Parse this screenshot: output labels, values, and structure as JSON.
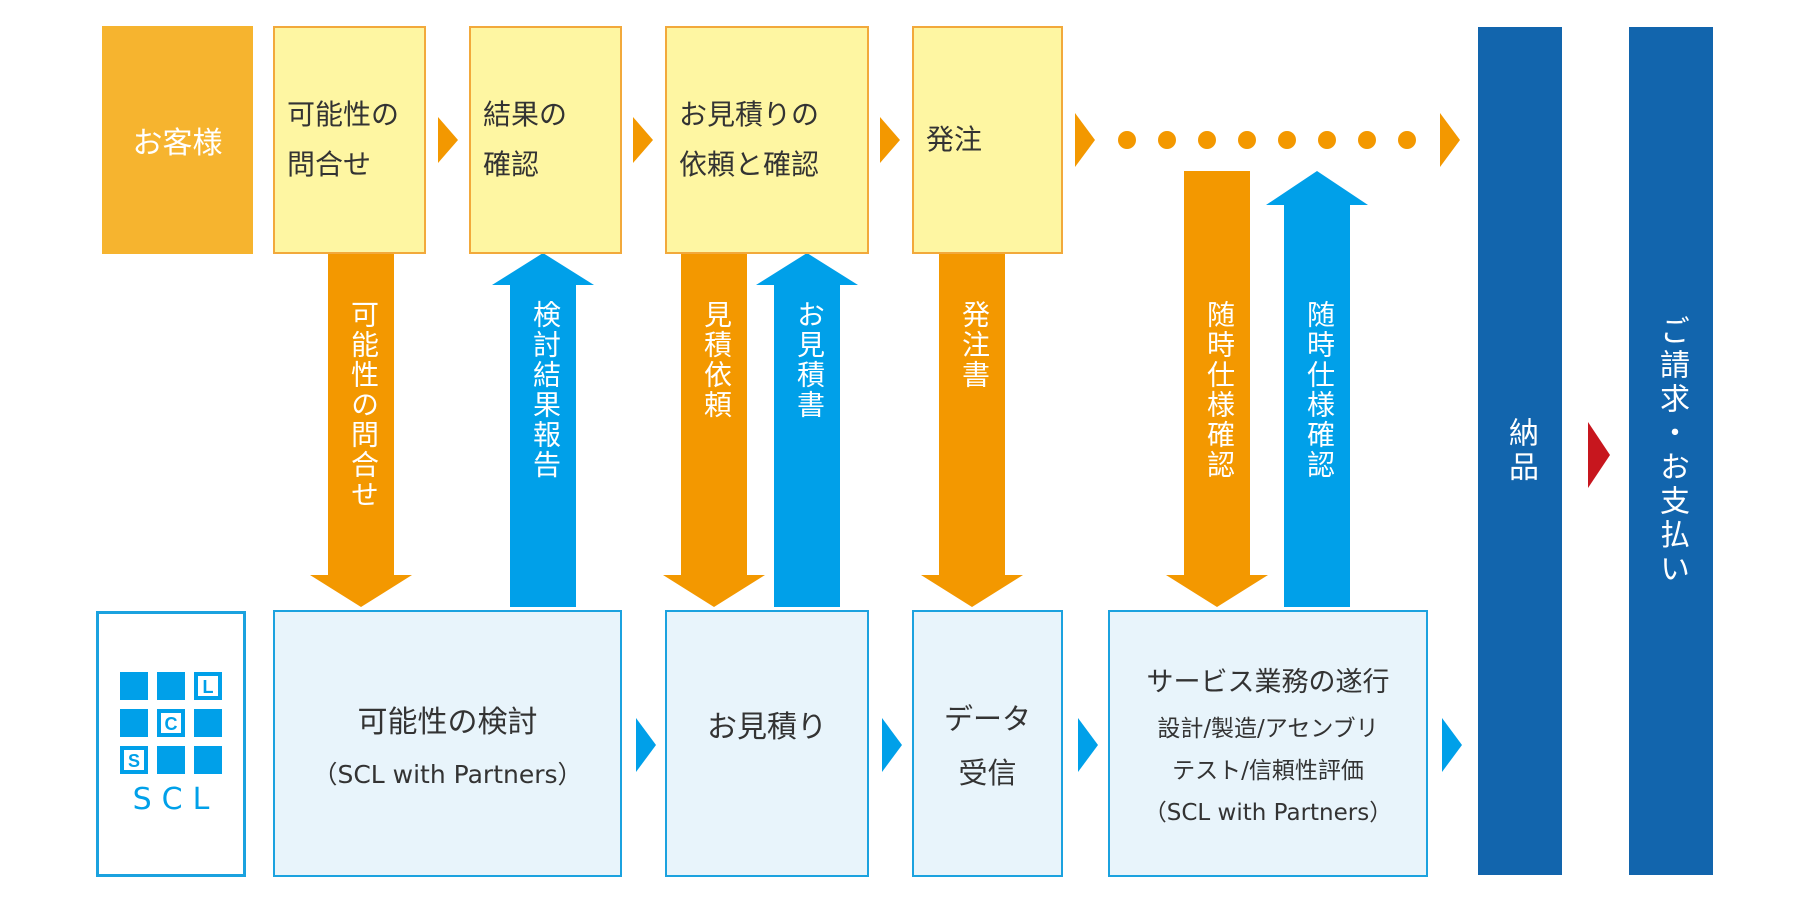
{
  "customer": {
    "label": "お客様",
    "steps": [
      {
        "lines": [
          "可能性の",
          "問合せ"
        ]
      },
      {
        "lines": [
          "結果の",
          "確認"
        ]
      },
      {
        "lines": [
          "お見積りの",
          "依頼と確認"
        ]
      },
      {
        "lines": [
          "発注"
        ]
      }
    ]
  },
  "scl": {
    "logo_text": "SCL",
    "logo_letters": [
      "L",
      "C",
      "S"
    ],
    "steps": [
      {
        "lines": [
          "可能性の検討",
          "（SCL with Partners）"
        ]
      },
      {
        "lines": [
          "お見積り"
        ]
      },
      {
        "lines": [
          "データ",
          "受信"
        ]
      },
      {
        "lines": [
          "サービス業務の遂行",
          "設計/製造/アセンブリ",
          "テスト/信頼性評価",
          "（SCL with Partners）"
        ]
      }
    ]
  },
  "arrows": {
    "inquiry": "可能性の問合せ",
    "report": "検討結果報告",
    "quote_request": "見積依頼",
    "quotation": "お見積書",
    "purchase_order": "発注書",
    "spec_confirm_down": "随時仕様確認",
    "spec_confirm_up": "随時仕様確認"
  },
  "final": {
    "delivery": "納品",
    "billing": "ご請求・お支払い"
  },
  "colors": {
    "orange": "#f39800",
    "customer_orange": "#f6b42f",
    "light_yellow": "#fef6a2",
    "sky_blue": "#00a0e9",
    "light_blue_fill": "#e8f4fb",
    "dark_blue": "#1265ad",
    "red": "#c7161e"
  }
}
